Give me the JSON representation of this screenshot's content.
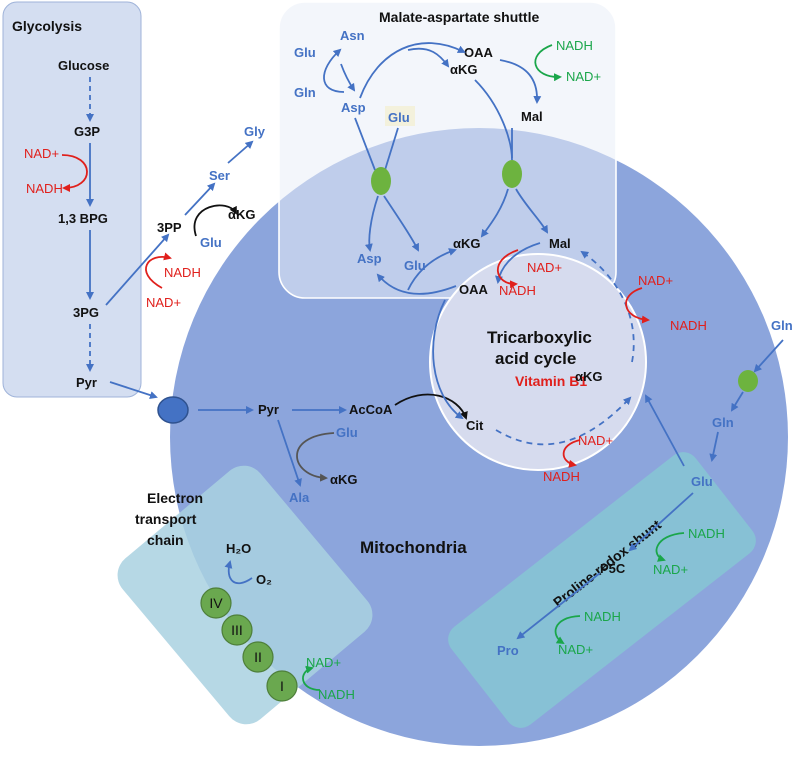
{
  "panels": {
    "glycolysis": "Glycolysis",
    "shuttle": "Malate-aspartate shuttle",
    "tca": [
      "Tricarboxylic",
      "acid cycle"
    ],
    "vitamin": "Vitamin B1",
    "mito": "Mitochondria",
    "etc": [
      "Electron",
      "transport",
      "chain"
    ],
    "proline": "Proline-redox shunt"
  },
  "glycolysis": {
    "glucose": "Glucose",
    "g3p": "G3P",
    "bpg": "1,3 BPG",
    "pg3": "3PG",
    "pyr": "Pyr",
    "nad_plus": "NAD+",
    "nadh": "NADH"
  },
  "serine": {
    "pp3": "3PP",
    "ser": "Ser",
    "gly": "Gly",
    "glu": "Glu",
    "akg": "αKG",
    "nadh": "NADH",
    "nad_plus": "NAD+"
  },
  "shuttle": {
    "asn": "Asn",
    "glu_left": "Glu",
    "gln": "Gln",
    "asp_top": "Asp",
    "glu_mid": "Glu",
    "oaa_top": "OAA",
    "akg_top": "αKG",
    "mal_top": "Mal",
    "nadh": "NADH",
    "nad_plus": "NAD+",
    "asp_low": "Asp",
    "glu_low": "Glu",
    "akg_low": "αKG",
    "oaa_low": "OAA",
    "mal_low": "Mal"
  },
  "tca": {
    "nad1_plus": "NAD+",
    "nad1_h": "NADH",
    "nad2_plus": "NAD+",
    "nad2_h": "NADH",
    "nad3_plus": "NAD+",
    "nad3_h": "NADH",
    "akg": "αKG",
    "cit": "Cit"
  },
  "mito": {
    "pyr": "Pyr",
    "acoa": "AcCoA",
    "glu": "Glu",
    "akg": "αKG",
    "ala": "Ala",
    "gln_out": "Gln",
    "gln_in": "Gln"
  },
  "proline": {
    "glu": "Glu",
    "p5c": "P5C",
    "pro": "Pro",
    "nadh1": "NADH",
    "nad1": "NAD+",
    "nadh2": "NADH",
    "nad2": "NAD+"
  },
  "etc": {
    "h2o": "H₂O",
    "o2": "O₂",
    "complexes": [
      "IV",
      "III",
      "II",
      "I"
    ],
    "nad_plus": "NAD+",
    "nadh": "NADH"
  },
  "colors": {
    "mito_fill": "#8ca5dc",
    "panel_fill": "#d4def1",
    "tca_fill": "#d6dbee",
    "etc_fill": "#a9d1e1",
    "proline_fill": "#86c4d4",
    "complex_fill": "#6aa84f",
    "carrier_green": "#6db33f",
    "carrier_blue": "#4472c4",
    "blue": "#4472c4",
    "red": "#e0201c",
    "green": "#1aa64a"
  }
}
